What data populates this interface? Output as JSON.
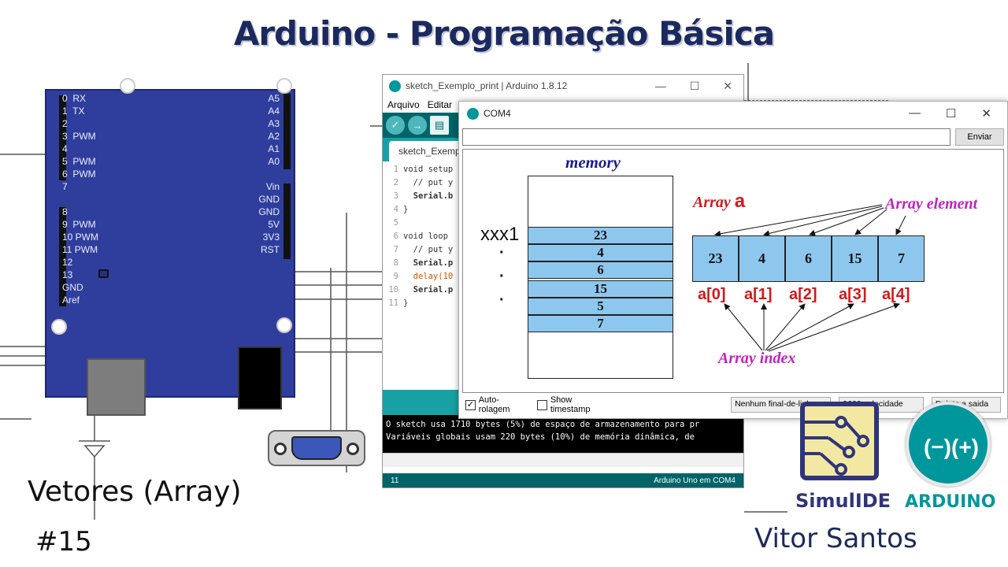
{
  "title": "Arduino  - Programação Básica",
  "subtitle": "Vetores (Array)",
  "episode": "#15",
  "author": "Vitor Santos",
  "board": {
    "left_pins": [
      "0  RX",
      "1  TX",
      "2",
      "3  PWM",
      "4",
      "5  PWM",
      "6  PWM",
      "7",
      "",
      "8",
      "9  PWM",
      "10 PWM",
      "11 PWM",
      "12",
      "13",
      "GND",
      "Aref"
    ],
    "right_pins": [
      "A5",
      "A4",
      "A3",
      "A2",
      "A1",
      "A0",
      "",
      "Vin",
      "GND",
      "GND",
      "5V",
      "3V3",
      "RST"
    ]
  },
  "ide": {
    "window_title": "sketch_Exemplo_print | Arduino 1.8.12",
    "menu": [
      "Arquivo",
      "Editar"
    ],
    "tab": "sketch_Exemp",
    "code_lines": [
      {
        "n": "1",
        "text": "void setup"
      },
      {
        "n": "2",
        "text": "  // put y"
      },
      {
        "n": "3",
        "text": "  Serial.b"
      },
      {
        "n": "4",
        "text": "}"
      },
      {
        "n": "5",
        "text": ""
      },
      {
        "n": "6",
        "text": "void loop"
      },
      {
        "n": "7",
        "text": "  // put y"
      },
      {
        "n": "8",
        "text": "  Serial.p"
      },
      {
        "n": "9",
        "text": "  delay(10"
      },
      {
        "n": "10",
        "text": "  Serial.p"
      },
      {
        "n": "11",
        "text": "}"
      }
    ],
    "console_lines": [
      "O sketch usa 1710 bytes (5%) de espaço de armazenamento para pr",
      "Variáveis globais usam 220 bytes (10%) de memória dinâmica, de"
    ],
    "status_line": "11",
    "board_info": "Arduino Uno em COM4"
  },
  "serial_monitor": {
    "window_title": "COM4",
    "input_value": "",
    "send_label": "Enviar",
    "autoscroll_label": "Auto-rolagem",
    "autoscroll_checked": true,
    "timestamp_label": "Show timestamp",
    "timestamp_checked": false,
    "line_ending": "Nenhum final-de-linha",
    "baud": "9600 velocidade",
    "clear_label": "Deleta a saida"
  },
  "diagram": {
    "memory_title": "memory",
    "address_label": "xxx1",
    "memory_values": [
      "23",
      "4",
      "6",
      "15",
      "5",
      "7"
    ],
    "array_label_prefix": "Array ",
    "array_name": "a",
    "array_element_label": "Array element",
    "array_index_label": "Array index",
    "array_values": [
      "23",
      "4",
      "6",
      "15",
      "7"
    ],
    "array_indices": [
      "a[0]",
      "a[1]",
      "a[2]",
      "a[3]",
      "a[4]"
    ]
  },
  "logos": {
    "simulide": "SimulIDE",
    "arduino": "ARDUINO"
  }
}
